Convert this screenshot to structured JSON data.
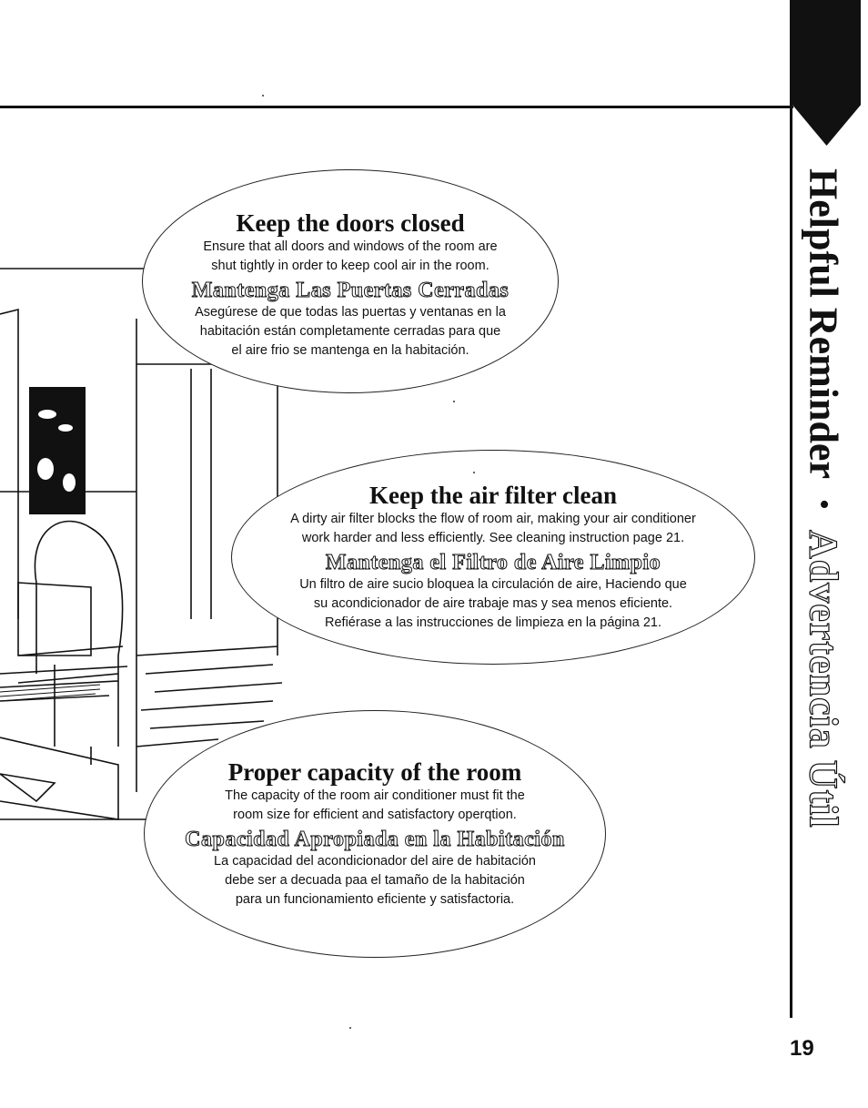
{
  "page": {
    "number": "19",
    "side_title_en": "Helpful Reminder",
    "side_separator": "•",
    "side_title_es": "Advertencia Útil"
  },
  "tips": [
    {
      "title_en": "Keep the doors closed",
      "body_en": "Ensure that all doors and windows of the room are\nshut tightly in order to keep cool air in the room.",
      "title_es": "Mantenga Las Puertas Cerradas",
      "body_es": "Asegúrese de que todas las puertas y ventanas en la\nhabitación están completamente cerradas para que\nel aire frio se mantenga en la habitación."
    },
    {
      "title_en": "Keep the air filter clean",
      "body_en": "A dirty air filter blocks the flow of  room air, making your air conditioner\nwork harder and less efficiently. See cleaning instruction page 21.",
      "title_es": "Mantenga el Filtro de Aire Limpio",
      "body_es": "Un filtro de aire sucio bloquea la circulación de aire, Haciendo que\nsu acondicionador de aire trabaje mas y sea menos eficiente.\nRefiérase a las instrucciones de limpieza en la página 21."
    },
    {
      "title_en": "Proper capacity of the room",
      "body_en": "The capacity of the room air conditioner must fit the\nroom size for efficient and satisfactory operqtion.",
      "title_es": "Capacidad Apropiada en la Habitación",
      "body_es": "La capacidad del acondicionador del aire de habitación\ndebe ser a decuada paa el tamaño de la habitación\npara un funcionamiento  eficiente y satisfactoria."
    }
  ]
}
